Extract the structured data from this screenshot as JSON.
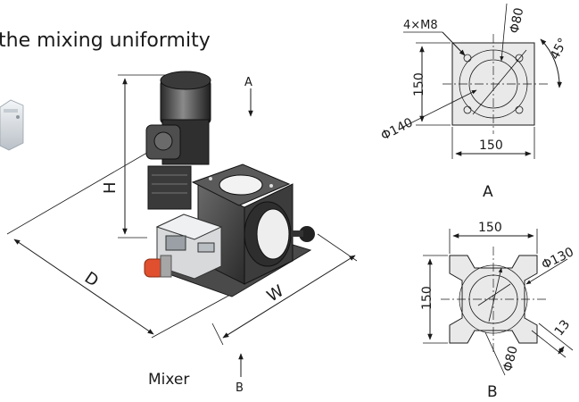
{
  "heading": "the mixing uniformity",
  "machine": {
    "caption": "Mixer",
    "dim_height": "H",
    "dim_depth": "D",
    "dim_width": "W",
    "view_a_marker": "A",
    "view_b_marker": "B"
  },
  "view_a": {
    "title": "A",
    "bolt_label": "4×M8",
    "inner_diameter": "Φ80",
    "angle": "45°",
    "height": "150",
    "bolt_circle": "Φ140",
    "width": "150"
  },
  "view_b": {
    "title": "B",
    "width": "150",
    "height": "150",
    "outer_diameter": "Φ130",
    "slot": "13",
    "inner_diameter": "Φ80"
  }
}
